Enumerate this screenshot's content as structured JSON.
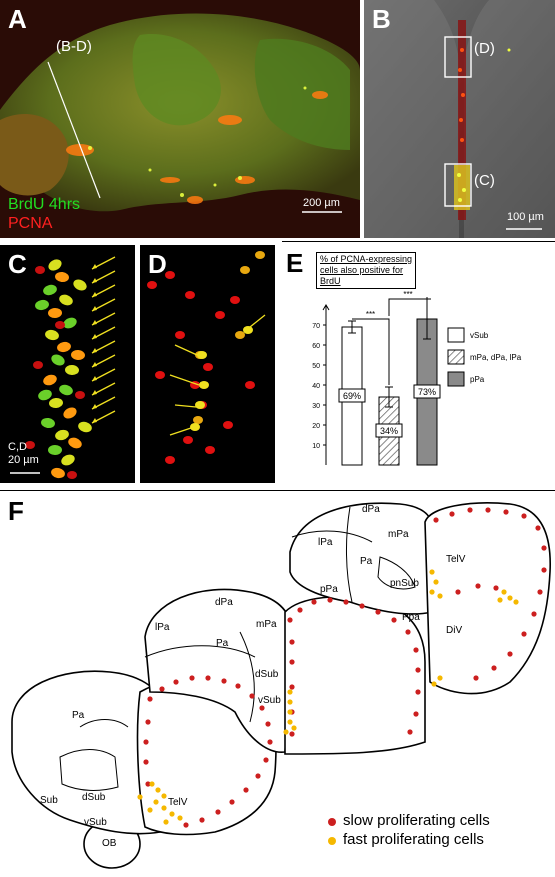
{
  "panels": {
    "a": {
      "label": "A",
      "section_label": "(B-D)",
      "legend_brdu": "BrdU 4hrs",
      "legend_pcna": "PCNA",
      "scale": "200 µm",
      "colors": {
        "brdu": "#22dd22",
        "pcna": "#ff2020"
      }
    },
    "b": {
      "label": "B",
      "box_d": "(D)",
      "box_c": "(C)",
      "scale": "100 µm"
    },
    "c": {
      "label": "C",
      "scale_caption": "C,D",
      "scale": "20 µm"
    },
    "d": {
      "label": "D"
    },
    "e": {
      "label": "E",
      "title_lines": [
        "% of PCNA-expressing",
        "cells also positive for",
        "BrdU"
      ],
      "significance": [
        "***",
        "***"
      ]
    },
    "f": {
      "label": "F",
      "regions": {
        "pa_left": "Pa",
        "sub": "Sub",
        "dsub_left": "dSub",
        "vsub_left": "vSub",
        "telv_left": "TelV",
        "ob": "OB",
        "lpa_mid": "lPa",
        "dpa_mid": "dPa",
        "mpa_mid": "mPa",
        "pa_mid": "Pa",
        "dsub_mid": "dSub",
        "vsub_mid": "vSub",
        "dpa_top": "dPa",
        "lpa_top": "lPa",
        "mpa_top": "mPa",
        "pa_top": "Pa",
        "ppa_top": "pPa",
        "pnsub": "pnSub",
        "ppa": "Ppa",
        "telv_top": "TelV",
        "div": "DiV"
      },
      "legend": {
        "slow": "slow proliferating cells",
        "fast": "fast proliferating cells",
        "slow_color": "#cc1f1f",
        "fast_color": "#f5b800"
      }
    }
  },
  "chart_data": {
    "type": "bar",
    "categories": [
      "vSub",
      "mPa, dPa, lPa",
      "pPa"
    ],
    "values": [
      69,
      34,
      73
    ],
    "errors": [
      3,
      5,
      10
    ],
    "value_labels": [
      "69%",
      "34%",
      "73%"
    ],
    "ylim": [
      0,
      80
    ],
    "yticks": [
      10,
      20,
      30,
      40,
      50,
      60,
      70
    ],
    "legend_placement": "right",
    "series_styles": [
      "white",
      "hatched",
      "gray"
    ]
  }
}
